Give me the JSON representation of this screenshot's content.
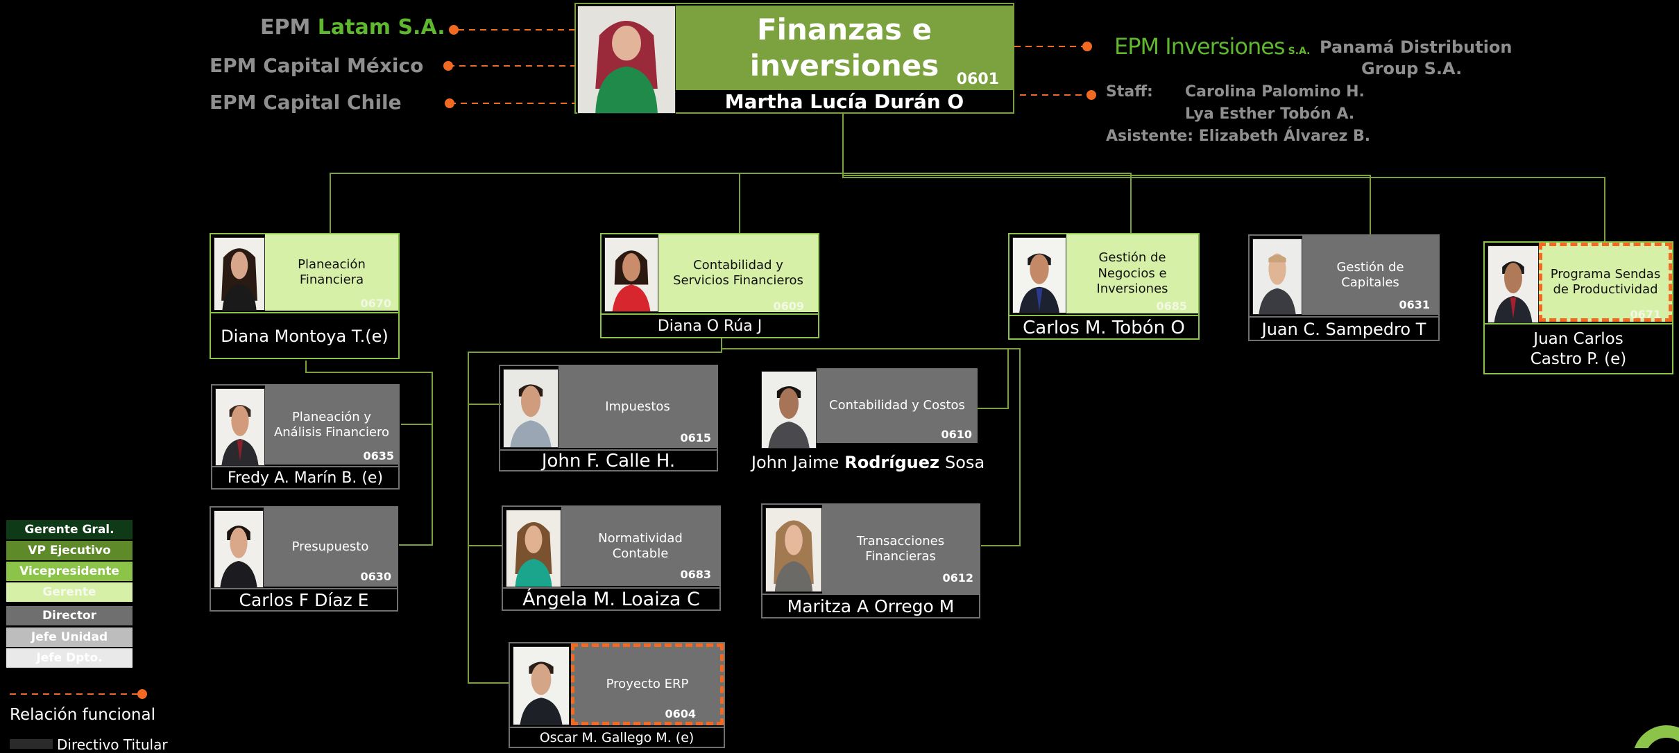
{
  "subsidiaries_left": [
    "Latam S.A.",
    "EPM Capital México",
    "EPM Capital Chile"
  ],
  "subsidiary_prefix": "EPM",
  "subsidiaries_right": {
    "logo_text": "EPM Inversiones",
    "logo_suffix": "S.A.",
    "panama_line1": "Panamá Distribution",
    "panama_line2": "Group S.A."
  },
  "staff": {
    "staff_label": "Staff:",
    "staff_1": "Carolina Palomino H.",
    "staff_2": "Lya Esther Tobón A.",
    "assistant_label": "Asistente:",
    "assistant_name": "Elizabeth Álvarez B."
  },
  "vp": {
    "title": "Finanzas e inversiones",
    "code": "0601",
    "name": "Martha Lucía Durán O"
  },
  "nodes": {
    "planeacion": {
      "title_1": "Planeación",
      "title_2": "Financiera",
      "code": "0670",
      "name": "Diana Montoya T.(e)"
    },
    "contabilidad": {
      "title_1": "Contabilidad y",
      "title_2": "Servicios Financieros",
      "code": "0609",
      "name": "Diana O Rúa J"
    },
    "gestion_negocios": {
      "title_1": "Gestión de",
      "title_2": "Negocios e",
      "title_3": "Inversiones",
      "code": "0685",
      "name": "Carlos M. Tobón O"
    },
    "gestion_capitales": {
      "title_1": "Gestión de",
      "title_2": "Capitales",
      "code": "0631",
      "name": "Juan C. Sampedro T"
    },
    "sendas": {
      "title_1": "Programa Sendas",
      "title_2": "de Productividad",
      "code": "0671",
      "name_1": "Juan Carlos",
      "name_2": "Castro P. (e)"
    },
    "analisis": {
      "title_1": "Planeación y",
      "title_2": "Análisis Financiero",
      "code": "0635",
      "name": "Fredy A. Marín B. (e)"
    },
    "presupuesto": {
      "title_1": "Presupuesto",
      "code": "0630",
      "name": "Carlos F Díaz E"
    },
    "impuestos": {
      "title_1": "Impuestos",
      "code": "0615",
      "name": "John F. Calle H."
    },
    "costos": {
      "title_1": "Contabilidad y Costos",
      "code": "0610",
      "name_pre": "John Jaime",
      "name_bold": "Rodríguez",
      "name_post": "Sosa"
    },
    "normatividad": {
      "title_1": "Normatividad",
      "title_2": "Contable",
      "code": "0683",
      "name": "Ángela M. Loaiza C"
    },
    "transacciones": {
      "title_1": "Transacciones",
      "title_2": "Financieras",
      "code": "0612",
      "name": "Maritza A Orrego M"
    },
    "erp": {
      "title_1": "Proyecto ERP",
      "code": "0604",
      "name": "Oscar M. Gallego M. (e)"
    }
  },
  "legend": {
    "items": [
      {
        "label": "Gerente Gral.",
        "color": "#0e3a17",
        "text_color": "#ffffff"
      },
      {
        "label": "VP Ejecutivo",
        "color": "#5e8a2a",
        "text_color": "#ffffff"
      },
      {
        "label": "Vicepresidente",
        "color": "#8cc349",
        "text_color": "#ffffff"
      },
      {
        "label": "Gerente",
        "color": "#d7f0a8",
        "text_color": "#f5f9ee"
      },
      {
        "label": "Director",
        "color": "#6f6f6f",
        "text_color": "#ffffff"
      },
      {
        "label": "Jefe Unidad",
        "color": "#bdbdbd",
        "text_color": "#ffffff"
      },
      {
        "label": "Jefe Dpto.",
        "color": "#e9e9e9",
        "text_color": "#ffffff"
      }
    ],
    "relation_label": "Relación funcional",
    "directive_label": "Directivo Titular"
  },
  "colors": {
    "vp_green": "#7ba23f",
    "green_line": "#7ba23f",
    "gerente_fill": "#d7f0a8",
    "director_fill": "#707070",
    "relation_orange": "#f26a21",
    "epm_green": "#5fb72f",
    "gray_text": "#8f8f8f"
  }
}
